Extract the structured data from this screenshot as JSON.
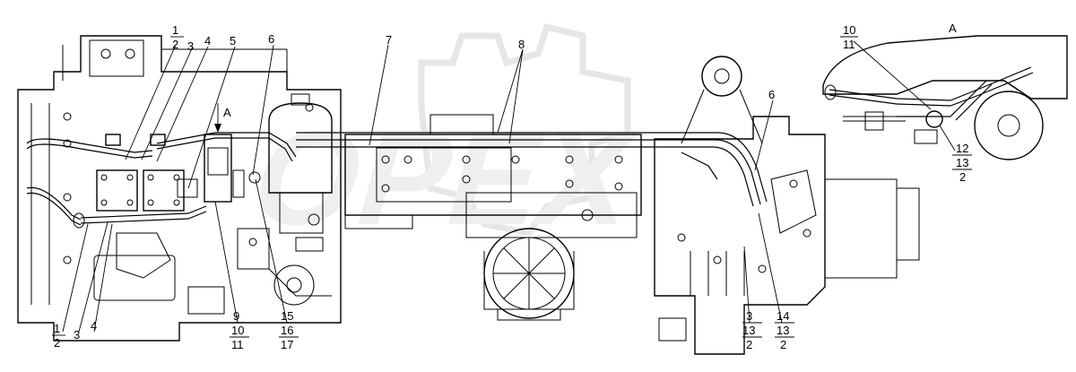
{
  "view_label": "A",
  "callouts": {
    "c_1_2_top": [
      "1",
      "2"
    ],
    "c_3_top": "3",
    "c_4_top": "4",
    "c_5": "5",
    "c_6_left": "6",
    "c_7": "7",
    "c_8": "8",
    "c_6_right": "6",
    "c_1_2_bottom": [
      "1",
      "2"
    ],
    "c_3_bottom": "3",
    "c_4_bottom": "4",
    "c_9_10_11": [
      "9",
      "10",
      "11"
    ],
    "c_15_16_17": [
      "15",
      "16",
      "17"
    ],
    "c_3_13_2": [
      "3",
      "13",
      "2"
    ],
    "c_14_13_2": [
      "14",
      "13",
      "2"
    ],
    "inset_10_11": [
      "10",
      "11"
    ],
    "inset_12_13_2": [
      "12",
      "13",
      "2"
    ]
  },
  "arrow_label": "A"
}
